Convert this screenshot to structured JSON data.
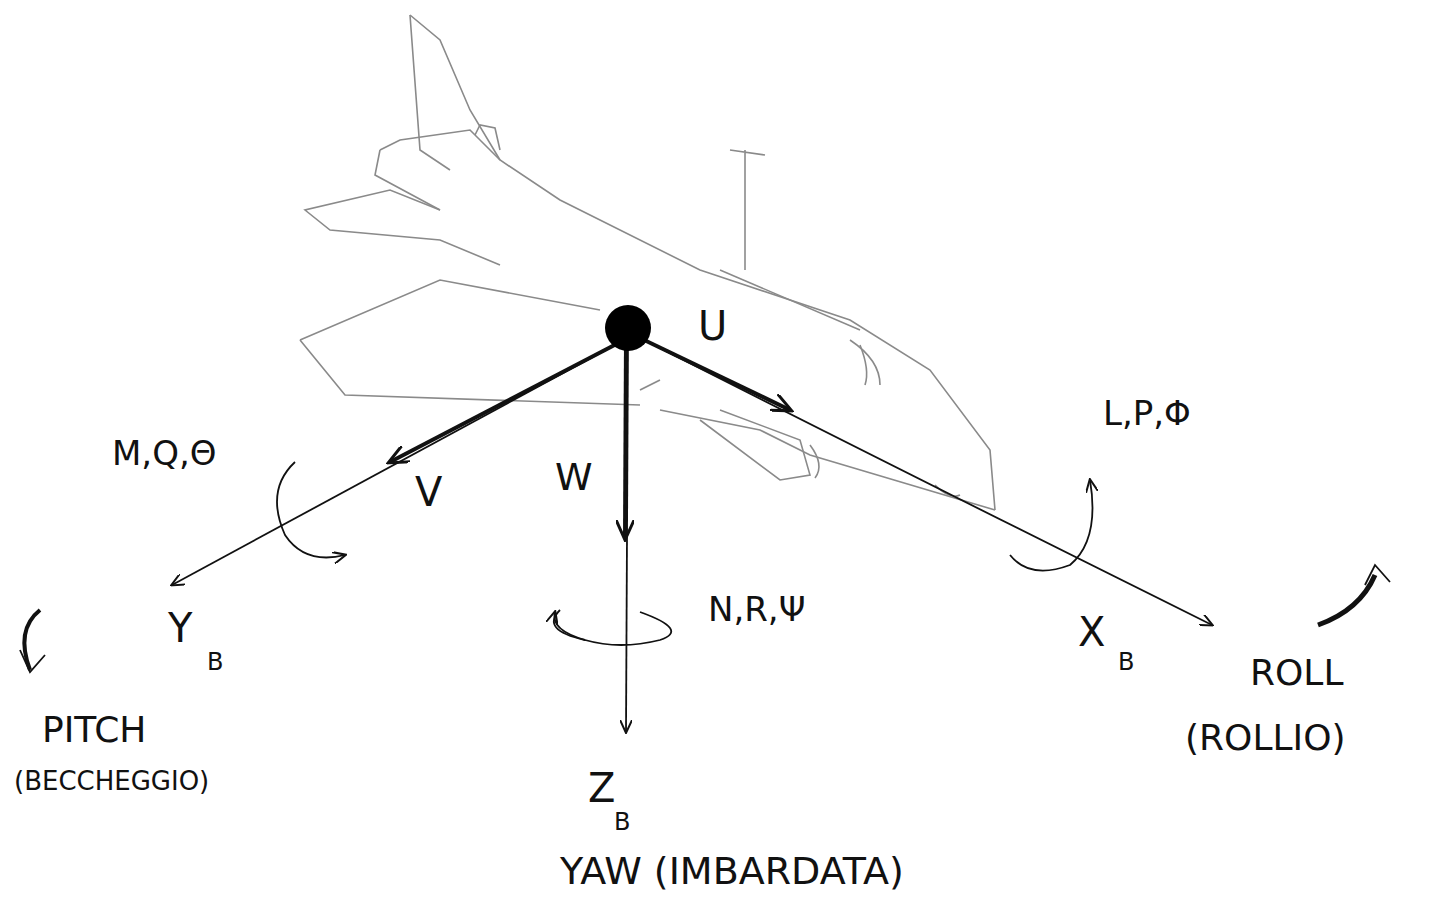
{
  "diagram": {
    "labels": [
      "U",
      "V",
      "W",
      "M,Q,Θ",
      "L,P,Φ",
      "N,R,Ψ",
      "Y",
      "B",
      "X",
      "B",
      "Z",
      "B",
      "PITCH",
      "(BECCHEGGIO)",
      "YAW (IMBARDATA)",
      "ROLL",
      "(ROLLIO)"
    ]
  }
}
